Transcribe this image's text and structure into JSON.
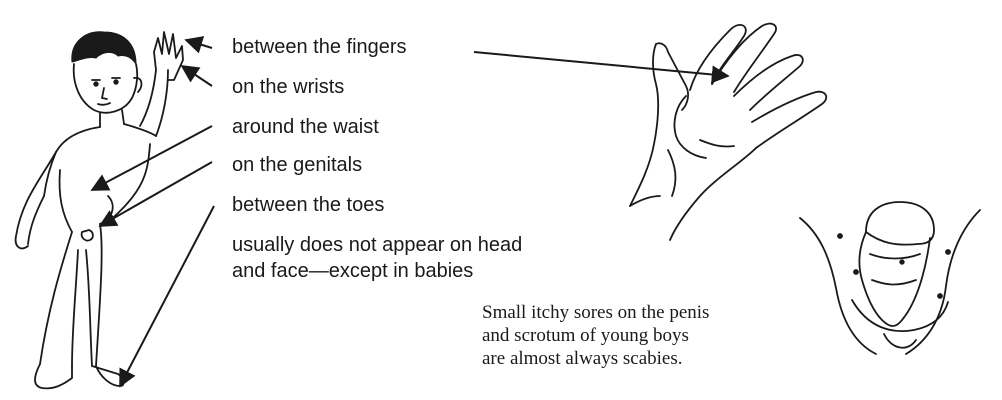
{
  "labels": {
    "fingers": "between the fingers",
    "wrists": "on the wrists",
    "waist": "around the waist",
    "genitals": "on the genitals",
    "toes": "between the toes",
    "head_line1": "usually does not appear on head",
    "head_line2": "and face—except in babies"
  },
  "note": {
    "line1": "Small itchy sores on the penis",
    "line2": "and scrotum of young boys",
    "line3": "are almost always scabies."
  },
  "colors": {
    "ink": "#1a1a1a",
    "background": "#ffffff"
  }
}
